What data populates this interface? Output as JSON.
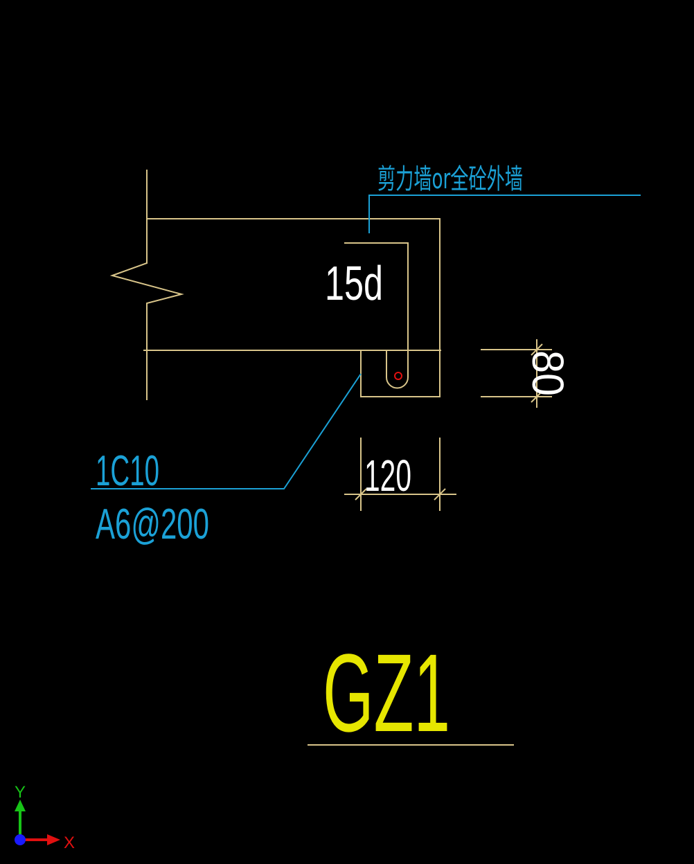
{
  "drawing": {
    "wall_label": "剪力墙or全砼外墙",
    "hook_length_label": "15d",
    "height_dimension": "80",
    "width_dimension": "120",
    "main_bar_label": "1C10",
    "stirrup_label": "A6@200",
    "column_title": "GZ1"
  },
  "ucs": {
    "x_label": "X",
    "y_label": "Y"
  },
  "colors": {
    "background": "#000000",
    "outline": "#d9c58a",
    "leader": "#1ba1d6",
    "dim_text": "#ffffff",
    "title": "#e6e600",
    "rebar_dot": "#e01010",
    "ucs_x": "#e01010",
    "ucs_y": "#17c417",
    "ucs_origin": "#1a1aff"
  }
}
